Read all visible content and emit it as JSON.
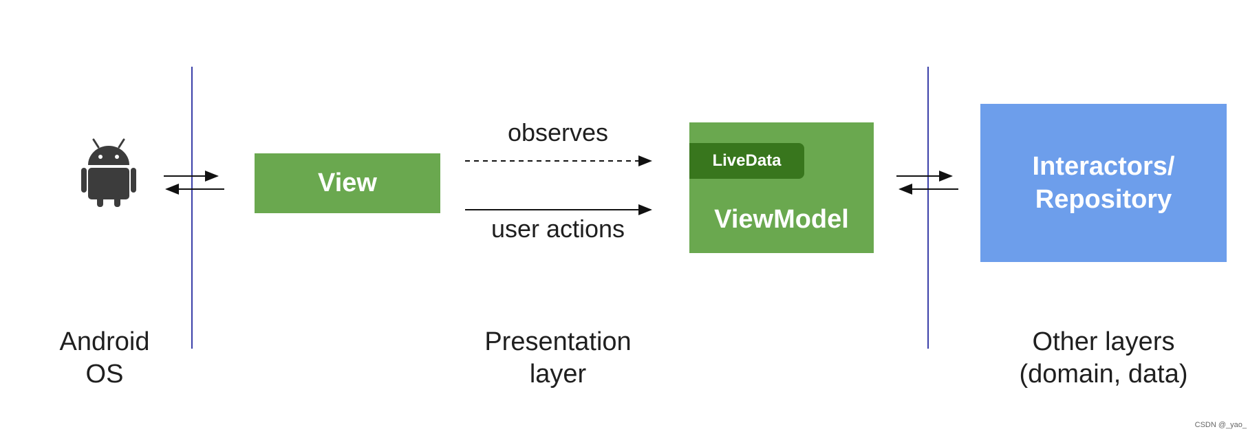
{
  "diagram": {
    "nodes": {
      "view": {
        "label": "View"
      },
      "viewmodel": {
        "label": "ViewModel",
        "inner_badge": "LiveData"
      },
      "repository": {
        "label_lines": [
          "Interactors/",
          "Repository"
        ]
      }
    },
    "edges": {
      "observes": {
        "label": "observes",
        "style": "dashed",
        "from": "view",
        "to": "viewmodel"
      },
      "user_actions": {
        "label": "user actions",
        "style": "solid",
        "from": "view",
        "to": "viewmodel"
      }
    },
    "layers": {
      "android_os": {
        "lines": [
          "Android",
          "OS"
        ]
      },
      "presentation": {
        "lines": [
          "Presentation",
          "layer"
        ]
      },
      "other": {
        "lines": [
          "Other layers",
          "(domain, data)"
        ]
      }
    },
    "icons": {
      "android": "android-robot-icon"
    },
    "colors": {
      "green_box": "#6aa84f",
      "dark_green_badge": "#38761d",
      "blue_box": "#6d9eeb",
      "divider": "#3a3fa8"
    }
  },
  "watermark": "CSDN @_yao_"
}
